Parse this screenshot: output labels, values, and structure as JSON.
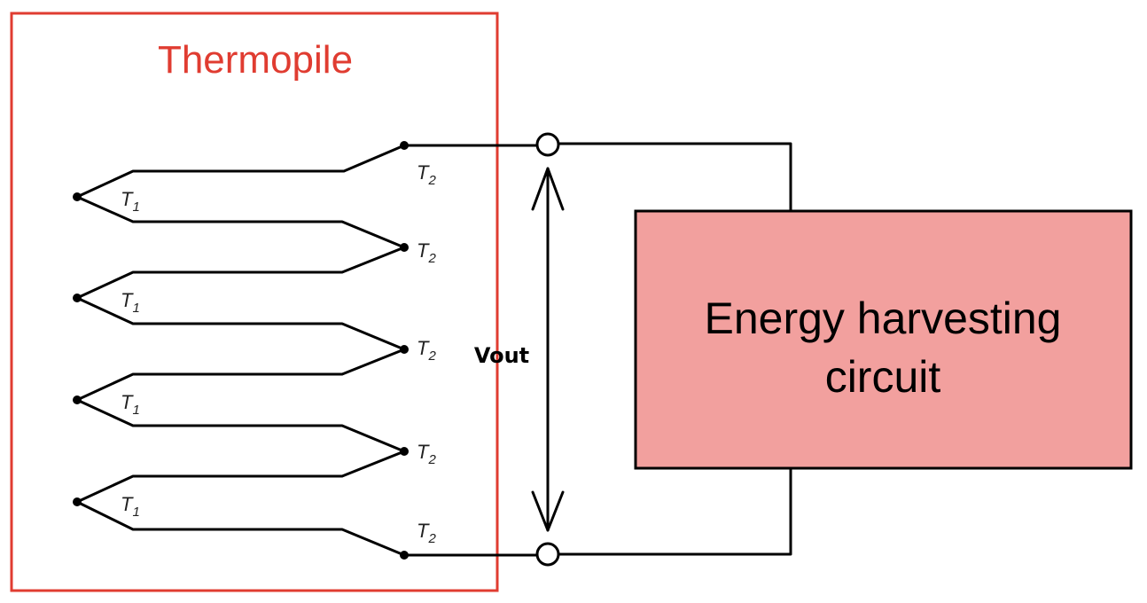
{
  "thermopile": {
    "label": "Thermopile",
    "color": "#e03c31",
    "cold_label": "T",
    "cold_sub": "1",
    "hot_label": "T",
    "hot_sub": "2"
  },
  "vout": {
    "label": "Vout"
  },
  "circuit": {
    "line1": "Energy harvesting",
    "line2": "circuit",
    "fill_color": "#f2a09e"
  }
}
